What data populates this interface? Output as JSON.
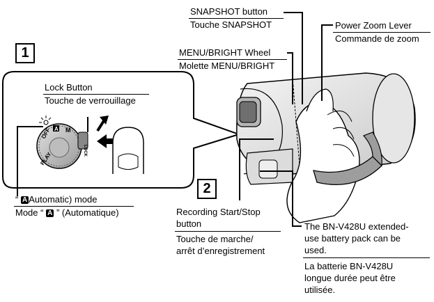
{
  "step_numbers": {
    "one": "1",
    "two": "2"
  },
  "labels": {
    "snapshot_en": "SNAPSHOT button",
    "snapshot_fr": "Touche SNAPSHOT",
    "zoom_en": "Power Zoom Lever",
    "zoom_fr": "Commande de zoom",
    "menu_en": "MENU/BRIGHT Wheel",
    "menu_fr": "Molette MENU/BRIGHT",
    "lock_en": "Lock Button",
    "lock_fr": "Touche de verrouillage",
    "auto_en_prefix": "“",
    "auto_en_badge": "A",
    "auto_en_suffix": "Automatic) mode",
    "auto_fr_prefix": "Mode “",
    "auto_fr_badge": "A",
    "auto_fr_suffix": "” (Automatique)",
    "rec_en_line1": "Recording Start/Stop",
    "rec_en_line2": "button",
    "rec_fr_line1": "Touche de marche/",
    "rec_fr_line2": "arrêt d’enregistrement",
    "batt_en_line1": "The BN-V428U extended-",
    "batt_en_line2": "use battery pack can be",
    "batt_en_line3": "used.",
    "batt_fr_line1": "La batterie BN-V428U",
    "batt_fr_line2": "longue durée peut être",
    "batt_fr_line3": "utilisée."
  },
  "dial_marks": {
    "off": "OFF",
    "manual": "M",
    "auto": "A",
    "play": "PLAY",
    "lock": "LOCK"
  }
}
